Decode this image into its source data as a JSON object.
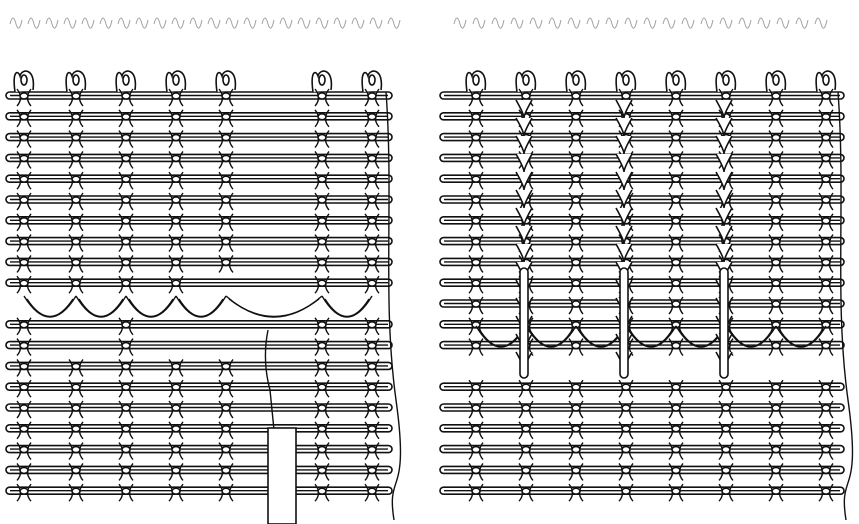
{
  "figure": {
    "panels": [
      {
        "id": "left",
        "kind": "knit-fabric-with-dropped-stitch-ladders",
        "wales": 7,
        "courses": 20,
        "needle_pointer_visible": true
      },
      {
        "id": "right",
        "kind": "knit-fabric-with-transferred-stitch-cables",
        "wales": 8,
        "courses": 20
      }
    ],
    "colors": {
      "ink": "#111111",
      "paper": "#ffffff"
    }
  }
}
